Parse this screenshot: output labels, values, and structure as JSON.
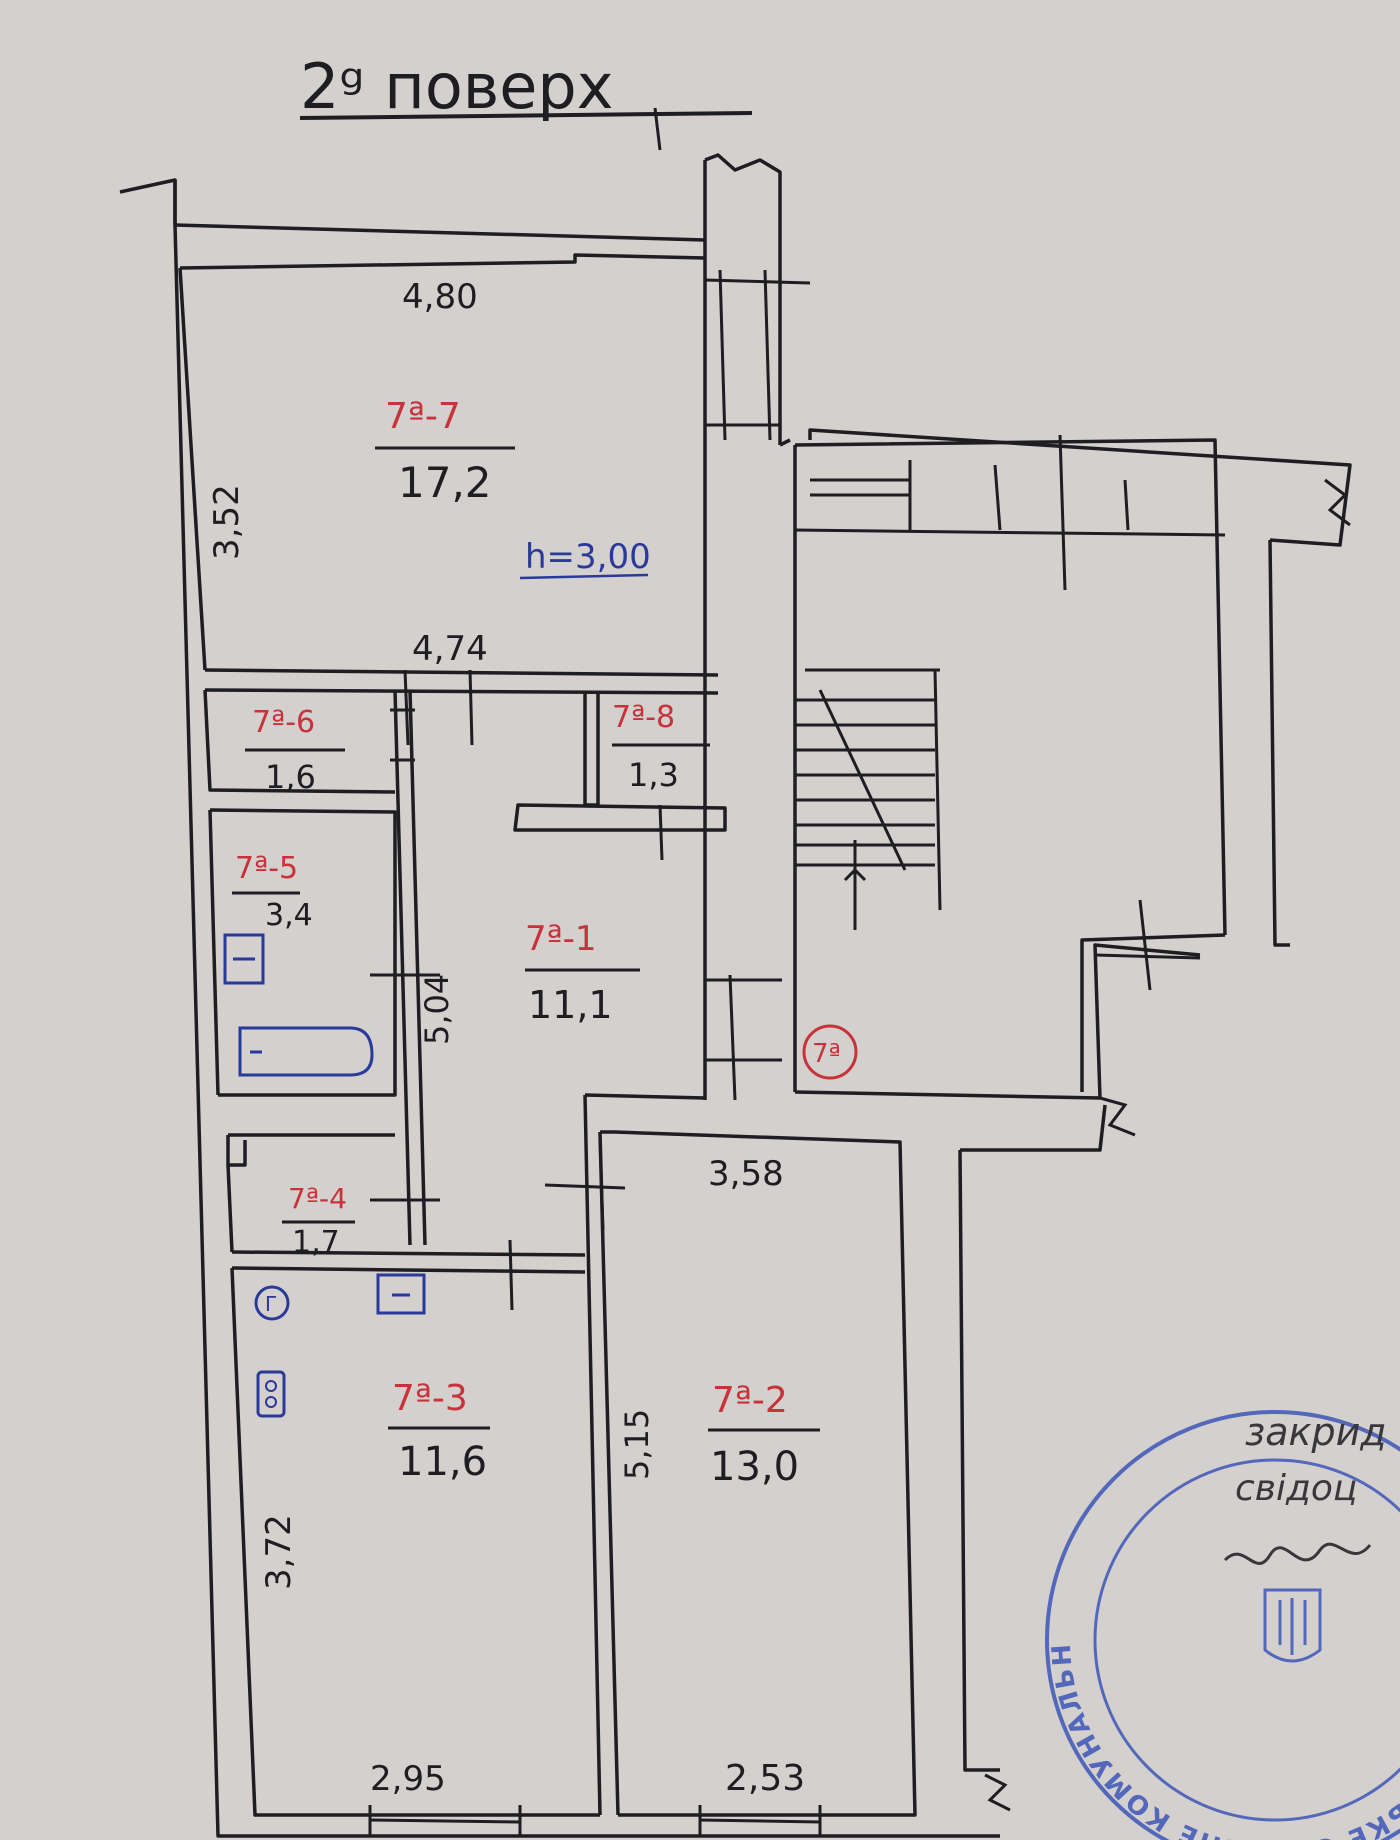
{
  "title": "2ᵍ поверх",
  "height_mark": "h=3,00",
  "rooms": [
    {
      "id": "7ª-7",
      "area": "17,2"
    },
    {
      "id": "7ª-6",
      "area": "1,6"
    },
    {
      "id": "7ª-8",
      "area": "1,3"
    },
    {
      "id": "7ª-5",
      "area": "3,4"
    },
    {
      "id": "7ª-1",
      "area": "11,1"
    },
    {
      "id": "7ª-4",
      "area": "1,7"
    },
    {
      "id": "7ª-3",
      "area": "11,6"
    },
    {
      "id": "7ª-2",
      "area": "13,0"
    }
  ],
  "dimensions": {
    "top_width": "4,80",
    "left_height": "3,52",
    "mid_width": "4,74",
    "corridor_height": "5,04",
    "room2_top": "3,58",
    "room2_side": "5,15",
    "room3_side": "3,72",
    "room3_bottom": "2,95",
    "room2_bottom": "2,53"
  },
  "unit_marker": "7ª",
  "fixtures": {
    "gas_symbol": "Г"
  },
  "stamp": {
    "ring_text": "ЛЬВІВСЬКЕ ОБЛАСНЕ КОМУНАЛЬНЕ ПІДПРИЄМСТВО БЮРО ТЕХНІЧНОЇ ІНВЕНТАРИЗАЦІЇ ТА ЕКСПЕРТНОЇ ОЦІНКИ",
    "handwritten": [
      "закрид",
      "свідоц"
    ],
    "signature": "підпис"
  },
  "colors": {
    "paper": "#cfcdca",
    "ink": "#1d1d22",
    "room_label_red": "#c8323a",
    "blue_ink": "#2a3a9a",
    "stamp_blue": "#3d56b8"
  }
}
